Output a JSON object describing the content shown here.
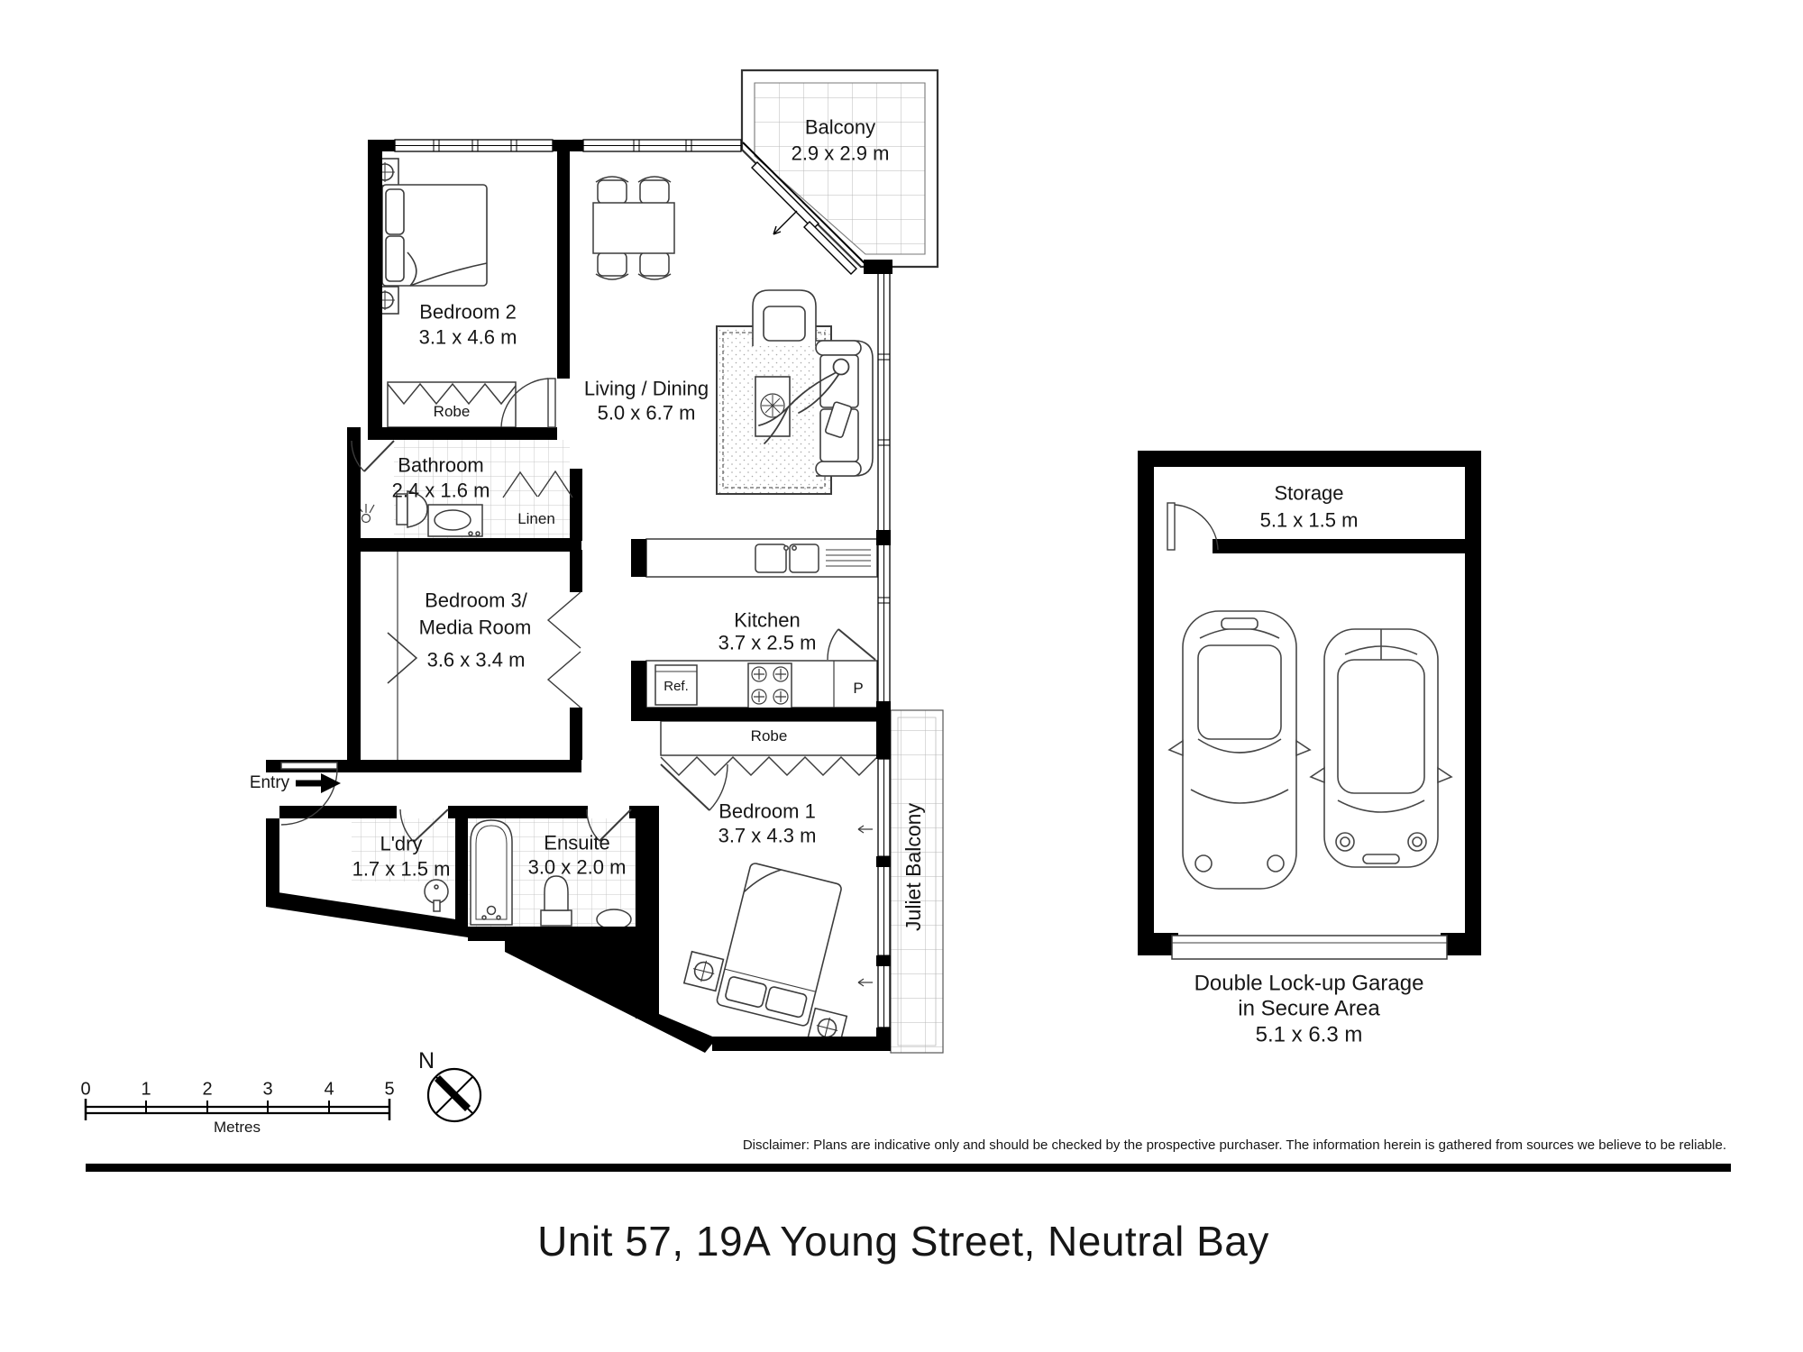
{
  "plan": {
    "rooms": {
      "balcony": {
        "name": "Balcony",
        "dims": "2.9 x 2.9 m"
      },
      "bedroom2": {
        "name": "Bedroom 2",
        "dims": "3.1 x 4.6 m"
      },
      "living": {
        "name": "Living / Dining",
        "dims": "5.0 x 6.7 m"
      },
      "bathroom": {
        "name": "Bathroom",
        "dims": "2.4 x 1.6 m"
      },
      "robe_bed2": {
        "name": "Robe"
      },
      "linen": {
        "name": "Linen"
      },
      "bedroom3": {
        "name_line1": "Bedroom 3/",
        "name_line2": "Media Room",
        "dims": "3.6 x 3.4 m"
      },
      "kitchen": {
        "name": "Kitchen",
        "dims": "3.7 x 2.5 m"
      },
      "fridge": {
        "name": "Ref."
      },
      "pantry": {
        "name": "P"
      },
      "robe_bed1": {
        "name": "Robe"
      },
      "bedroom1": {
        "name": "Bedroom 1",
        "dims": "3.7 x 4.3 m"
      },
      "juliet": {
        "name": "Juliet Balcony"
      },
      "laundry": {
        "name": "L'dry",
        "dims": "1.7 x 1.5 m"
      },
      "ensuite": {
        "name": "Ensuite",
        "dims": "3.0 x 2.0 m"
      },
      "entry": {
        "name": "Entry"
      },
      "storage": {
        "name": "Storage",
        "dims": "5.1 x 1.5 m"
      },
      "garage": {
        "line1": "Double Lock-up Garage",
        "line2": "in Secure Area",
        "dims": "5.1 x 6.3 m"
      }
    },
    "scale_bar": {
      "ticks": [
        "0",
        "1",
        "2",
        "3",
        "4",
        "5"
      ],
      "unit": "Metres"
    },
    "compass": {
      "label": "N"
    },
    "colors": {
      "walls": "#000000",
      "lines": "#3c3c3c",
      "tiles": "#c4c4c4"
    }
  },
  "footer": {
    "disclaimer": "Disclaimer: Plans are indicative only and should be checked by the prospective purchaser. The information herein is gathered from sources we believe to be reliable.",
    "title": "Unit 57, 19A Young Street, Neutral Bay"
  }
}
